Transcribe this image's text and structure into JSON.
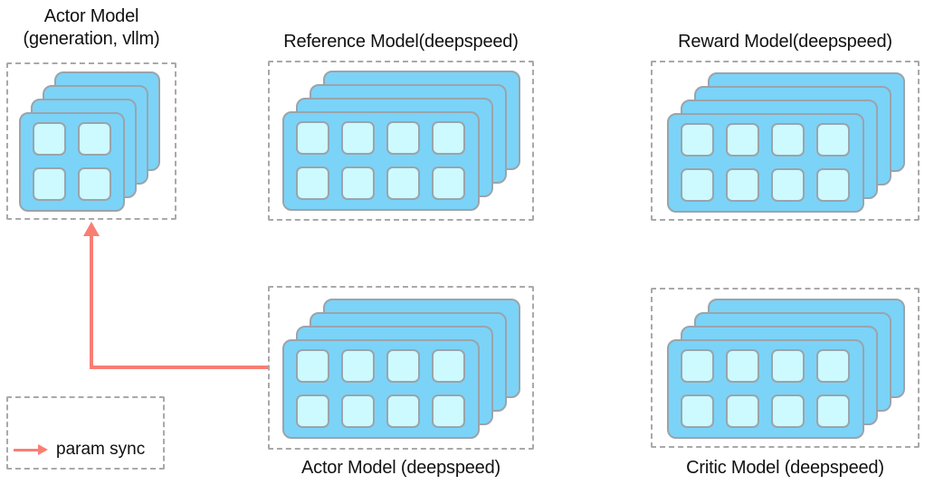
{
  "colors": {
    "card": "#7bd3f8",
    "cell": "#ccfafe",
    "card_border": "#9aa4ab",
    "dash_border": "#a9a9a9",
    "arrow": "#f97e74",
    "text": "#111111"
  },
  "panels": [
    {
      "id": "actor-generation-vllm",
      "title": "Actor Model\n(generation, vllm)",
      "gpu_grid_cols": 2,
      "gpu_grid_rows": 2,
      "stack_layers": 4
    },
    {
      "id": "reference-model",
      "title": "Reference Model(deepspeed)",
      "gpu_grid_cols": 4,
      "gpu_grid_rows": 2,
      "stack_layers": 4
    },
    {
      "id": "reward-model",
      "title": "Reward Model(deepspeed)",
      "gpu_grid_cols": 4,
      "gpu_grid_rows": 2,
      "stack_layers": 4
    },
    {
      "id": "actor-deepspeed",
      "title": "Actor Model (deepspeed)",
      "gpu_grid_cols": 4,
      "gpu_grid_rows": 2,
      "stack_layers": 4
    },
    {
      "id": "critic-model",
      "title": "Critic Model (deepspeed)",
      "gpu_grid_cols": 4,
      "gpu_grid_rows": 2,
      "stack_layers": 4
    }
  ],
  "legend": {
    "label": "param sync"
  }
}
